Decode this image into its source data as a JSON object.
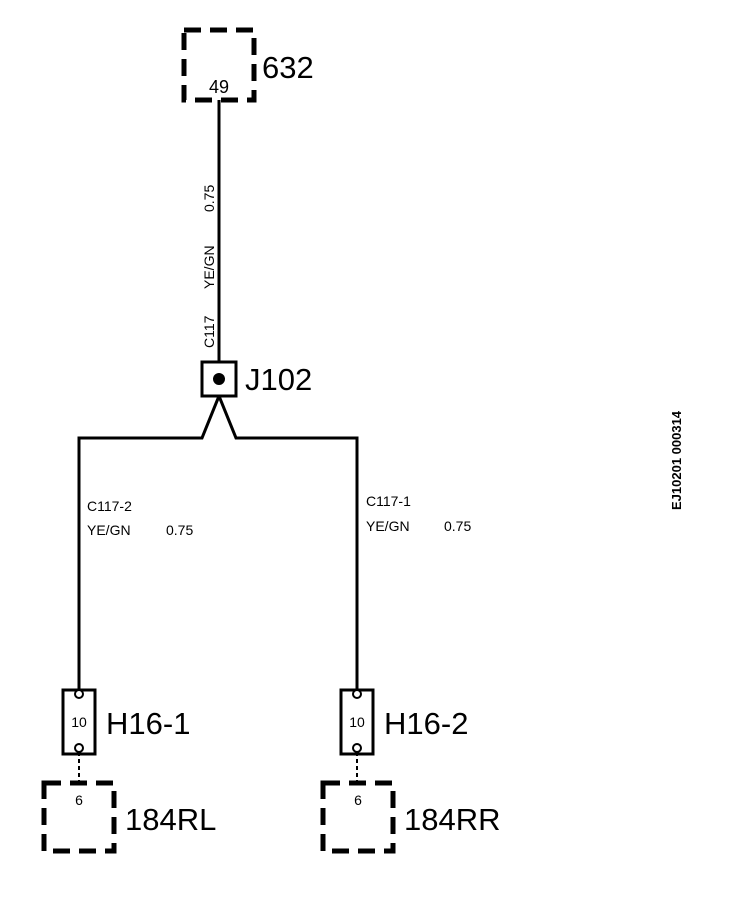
{
  "components": {
    "top": {
      "name": "632",
      "pin": "49"
    },
    "left": {
      "name": "184RL",
      "pin": "6"
    },
    "right": {
      "name": "184RR",
      "pin": "6"
    }
  },
  "junction": {
    "name": "J102"
  },
  "connectors": {
    "left": {
      "name": "H16-1",
      "pin": "10"
    },
    "right": {
      "name": "H16-2",
      "pin": "10"
    }
  },
  "wires": {
    "main": {
      "circuit": "C117",
      "color": "YE/GN",
      "size": "0.75"
    },
    "left": {
      "circuit": "C117-2",
      "color": "YE/GN",
      "size": "0.75"
    },
    "right": {
      "circuit": "C117-1",
      "color": "YE/GN",
      "size": "0.75"
    }
  },
  "document_id": "EJ10201 000314"
}
